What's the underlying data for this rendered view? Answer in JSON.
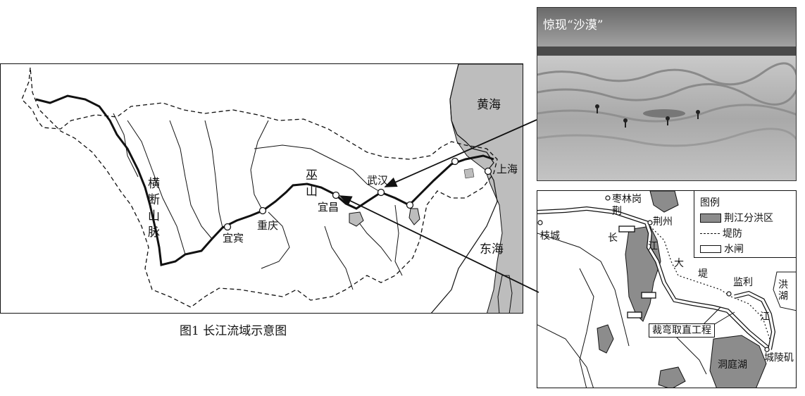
{
  "caption": "图1 长江流域示意图",
  "main_map": {
    "seas": {
      "yellow_sea": "黄海",
      "east_sea": "东海"
    },
    "mountains": {
      "hengduan": "横断山脉",
      "wushan": "巫山"
    },
    "cities": {
      "shanghai": "上海",
      "wuhan": "武汉",
      "yichang": "宜昌",
      "chongqing": "重庆",
      "yibin": "宜宾"
    }
  },
  "photo": {
    "title": "惊现“沙漠”"
  },
  "inset": {
    "legend": {
      "title": "图例",
      "flood_zone": "荆江分洪区",
      "levee": "堤防",
      "sluice": "水闸"
    },
    "places": {
      "zaolingang": "枣林岗",
      "zhicheng": "枝城",
      "jingzhou": "荆州",
      "jianli": "监利",
      "chenglingji": "城陵矶",
      "dongting": "洞庭湖",
      "honghu": "洪湖"
    },
    "river_label": {
      "jing": "荆",
      "chang": "长",
      "jiang1": "江",
      "jiang2": "江"
    },
    "levee_label": {
      "da": "大",
      "di": "堤"
    },
    "project": "裁弯取直工程"
  },
  "colors": {
    "land_gray": "#bdbdbd",
    "flood_gray": "#8c8c8c",
    "line": "#111111"
  }
}
